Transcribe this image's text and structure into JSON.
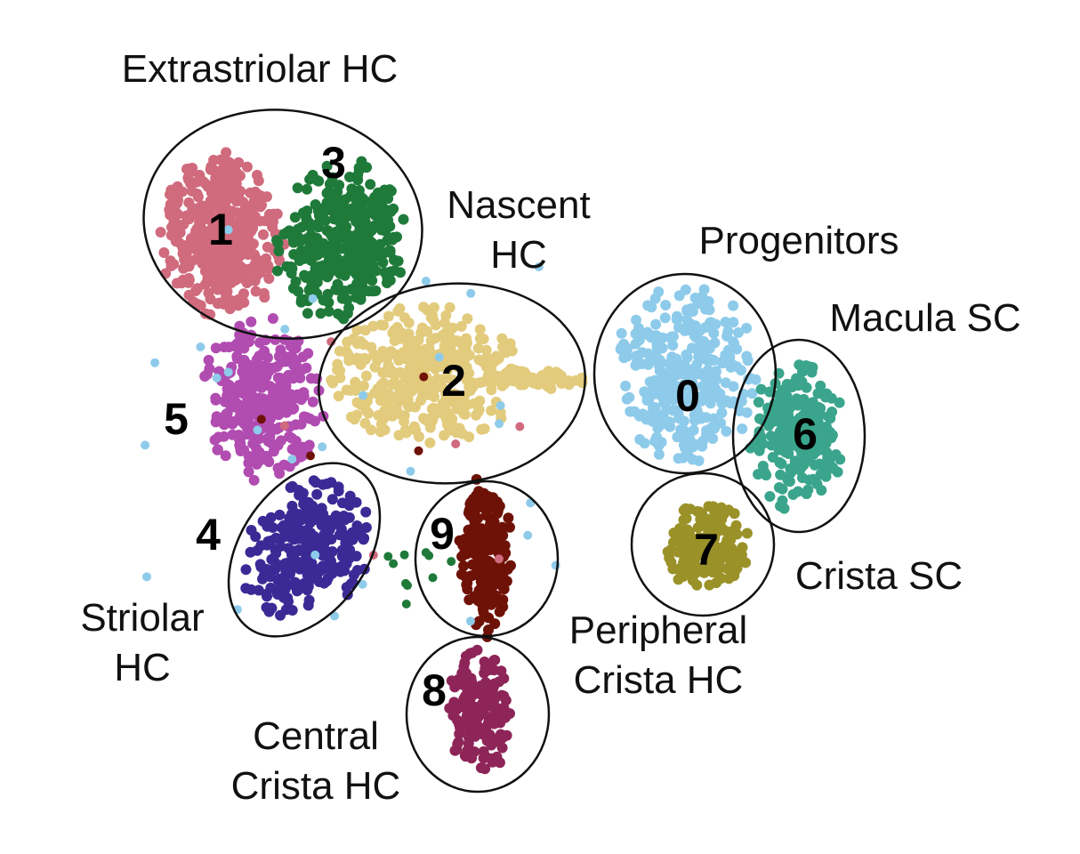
{
  "chart_data": {
    "type": "scatter",
    "title": "",
    "xlabel": "",
    "ylabel": "",
    "grid": false,
    "clusters": [
      {
        "id": "0",
        "color": "#8ecbea"
      },
      {
        "id": "1",
        "color": "#d06a7d"
      },
      {
        "id": "2",
        "color": "#e2cb7c"
      },
      {
        "id": "3",
        "color": "#1f7a3a"
      },
      {
        "id": "4",
        "color": "#3b2a96"
      },
      {
        "id": "5",
        "color": "#b14cb1"
      },
      {
        "id": "6",
        "color": "#3aa58c"
      },
      {
        "id": "7",
        "color": "#9a9128"
      },
      {
        "id": "8",
        "color": "#8e2558"
      },
      {
        "id": "9",
        "color": "#6e1207"
      }
    ],
    "annotations": [
      {
        "lines": [
          "Extrastriolar HC"
        ],
        "clusters": [
          "1",
          "3"
        ]
      },
      {
        "lines": [
          "Nascent",
          "HC"
        ],
        "clusters": [
          "2"
        ]
      },
      {
        "lines": [
          "Progenitors"
        ],
        "clusters": [
          "0"
        ]
      },
      {
        "lines": [
          "Macula SC"
        ],
        "clusters": [
          "6"
        ]
      },
      {
        "lines": [
          "Crista SC"
        ],
        "clusters": [
          "7"
        ]
      },
      {
        "lines": [
          "Striolar",
          "HC"
        ],
        "clusters": [
          "4"
        ]
      },
      {
        "lines": [
          "Peripheral",
          "Crista HC"
        ],
        "clusters": [
          "9"
        ]
      },
      {
        "lines": [
          "Central",
          "Crista HC"
        ],
        "clusters": [
          "8"
        ]
      }
    ]
  }
}
